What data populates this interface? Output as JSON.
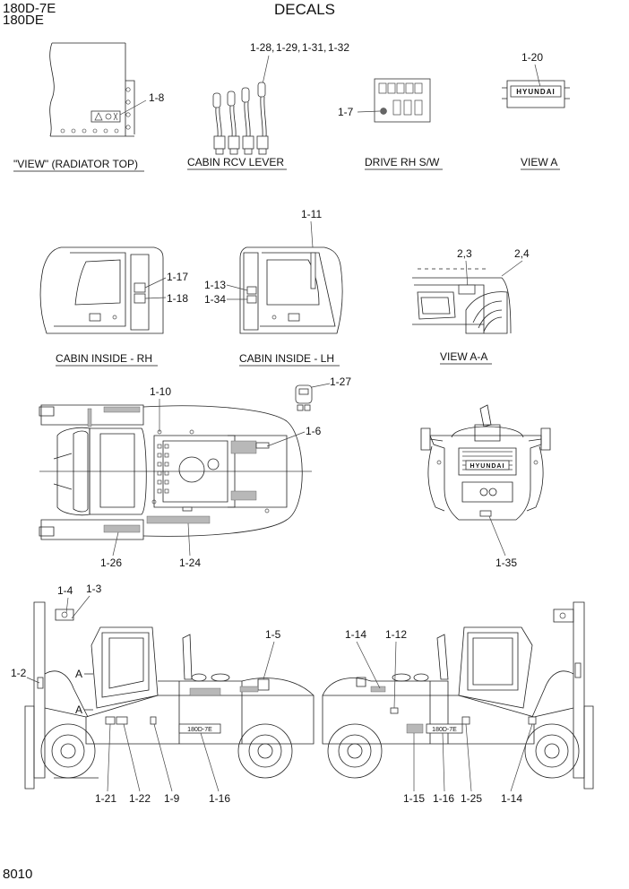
{
  "header": {
    "model_1": "180D-7E",
    "model_2": "180DE",
    "title": "DECALS",
    "page_number": "8010"
  },
  "views": {
    "radiator_top": "\"VIEW\" (RADIATOR TOP)",
    "cabin_rcv_lever": "CABIN RCV LEVER",
    "drive_rh_sw": "DRIVE RH S/W",
    "view_a": "VIEW A",
    "cabin_inside_rh": "CABIN INSIDE - RH",
    "cabin_inside_lh": "CABIN INSIDE - LH",
    "view_aa": "VIEW A-A"
  },
  "callouts": {
    "c1_8": "1-8",
    "c1_28": "1-28",
    "c1_29": "1-29",
    "c1_31": "1-31",
    "c1_32": "1-32",
    "c1_7": "1-7",
    "c1_20": "1-20",
    "c1_11": "1-11",
    "c1_17": "1-17",
    "c1_18": "1-18",
    "c1_13": "1-13",
    "c1_34": "1-34",
    "c2_3": "2,3",
    "c2_4": "2,4",
    "c1_10": "1-10",
    "c1_27": "1-27",
    "c1_6": "1-6",
    "c1_26": "1-26",
    "c1_24": "1-24",
    "c1_35": "1-35",
    "c1_4": "1-4",
    "c1_3": "1-3",
    "c1_2": "1-2",
    "c1_5": "1-5",
    "c1_14_top": "1-14",
    "c1_12": "1-12",
    "c1_21": "1-21",
    "c1_22": "1-22",
    "c1_9": "1-9",
    "c1_16_left": "1-16",
    "c1_15": "1-15",
    "c1_16_right": "1-16",
    "c1_25": "1-25",
    "c1_14_bottom": "1-14",
    "view_marker_a1": "A",
    "view_marker_a2": "A"
  },
  "decal_text": {
    "brand": "HYUNDAI",
    "model_plate_left": "180D-7E",
    "model_plate_right": "180D-7E"
  }
}
